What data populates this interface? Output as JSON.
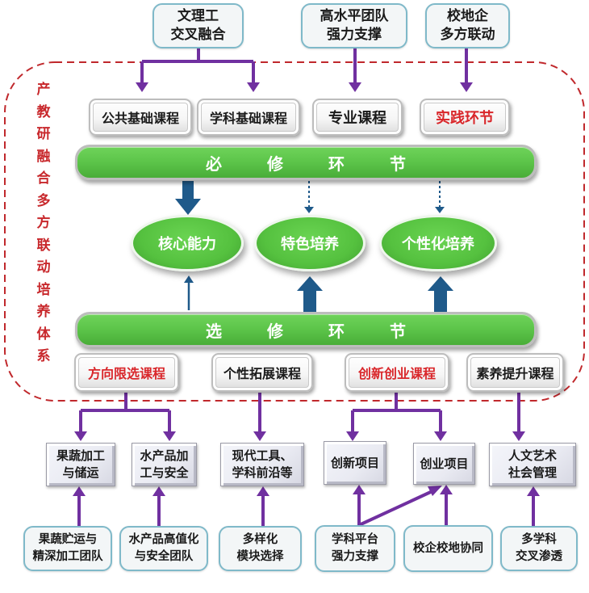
{
  "top_sources": [
    {
      "label": "文理工\n交叉融合"
    },
    {
      "label": "高水平团队\n强力支撑"
    },
    {
      "label": "校地企\n多方联动"
    }
  ],
  "system_title": "产教研融合多方联动培养体系",
  "system_title_chars": [
    "产",
    "教",
    "研",
    "融",
    "合",
    "多",
    "方",
    "联",
    "动",
    "培",
    "养",
    "体",
    "系"
  ],
  "required_courses": [
    {
      "label": "公共基础课程",
      "highlight": false
    },
    {
      "label": "学科基础课程",
      "highlight": false
    },
    {
      "label": "专业课程",
      "highlight": false
    },
    {
      "label": "实践环节",
      "highlight": true
    }
  ],
  "required_bar": {
    "label": "必修环节",
    "chars": [
      "必",
      "修",
      "环",
      "节"
    ]
  },
  "outcomes": [
    {
      "label": "核心能力"
    },
    {
      "label": "特色培养"
    },
    {
      "label": "个性化培养"
    }
  ],
  "elective_bar": {
    "label": "选修环节",
    "chars": [
      "选",
      "修",
      "环",
      "节"
    ]
  },
  "elective_courses": [
    {
      "label": "方向限选课程",
      "highlight": true
    },
    {
      "label": "个性拓展课程",
      "highlight": false
    },
    {
      "label": "创新创业课程",
      "highlight": true
    },
    {
      "label": "素养提升课程",
      "highlight": false
    }
  ],
  "sub_modules": [
    {
      "label": "果蔬加工\n与储运"
    },
    {
      "label": "水产品加\n工与安全"
    },
    {
      "label": "现代工具、\n学科前沿等"
    },
    {
      "label": "创新项目"
    },
    {
      "label": "创业项目"
    },
    {
      "label": "人文艺术\n社会管理"
    }
  ],
  "bottom_sources": [
    {
      "label": "果蔬贮运与\n精深加工团队"
    },
    {
      "label": "水产品高值化\n与安全团队"
    },
    {
      "label": "多样化\n模块选择"
    },
    {
      "label": "学科平台\n强力支撑"
    },
    {
      "label": "校企校地协同"
    },
    {
      "label": "多学科\n交叉渗透"
    }
  ],
  "colors": {
    "purple_arrow": "#7030a0",
    "blue_arrow": "#1f5a8a",
    "green": "#5cc449",
    "red_text": "#d9262a",
    "dashed_border": "#c0282c",
    "source_border": "#7fb9c9"
  }
}
